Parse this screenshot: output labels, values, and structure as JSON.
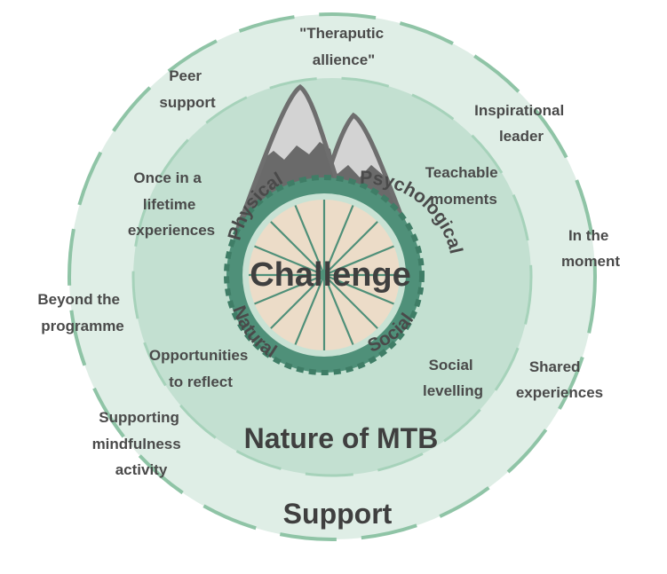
{
  "outer_ring": {
    "title": "Support",
    "items": [
      {
        "line1": "\"Theraputic",
        "line2": "allience\""
      },
      {
        "line1": "Peer",
        "line2": "support"
      },
      {
        "line1": "Inspirational",
        "line2": "leader"
      },
      {
        "line1": "In the",
        "line2": "moment"
      },
      {
        "line1": "Beyond the",
        "line2": "programme"
      },
      {
        "line1": "Shared",
        "line2": "experiences"
      },
      {
        "line1": "Supporting",
        "line2": "mindfulness",
        "line3": "activity"
      }
    ]
  },
  "middle_ring": {
    "title": "Nature of MTB",
    "items": [
      {
        "line1": "Once in a",
        "line2": "lifetime",
        "line3": "experiences"
      },
      {
        "line1": "Teachable",
        "line2": "moments"
      },
      {
        "line1": "Opportunities",
        "line2": "to reflect"
      },
      {
        "line1": "Social",
        "line2": "levelling"
      }
    ]
  },
  "center": {
    "title": "Challenge",
    "dimensions": [
      "Physical",
      "Psychological",
      "Social",
      "Natural"
    ]
  },
  "colors": {
    "outer_fill": "#dfeee6",
    "middle_fill": "#c3e0d1",
    "dash": "#8fc4a6",
    "tyre": "#4f9079",
    "wheel_face": "#ecdcc8",
    "spoke": "#4f9079",
    "mountain_outline": "#6e6e6e",
    "mountain_dark": "#6a6a6a",
    "mountain_snow": "#d3d3d3",
    "text": "#4a4a4a"
  },
  "icons": {
    "mountains": "mountains-icon",
    "wheel": "bike-wheel-icon"
  }
}
